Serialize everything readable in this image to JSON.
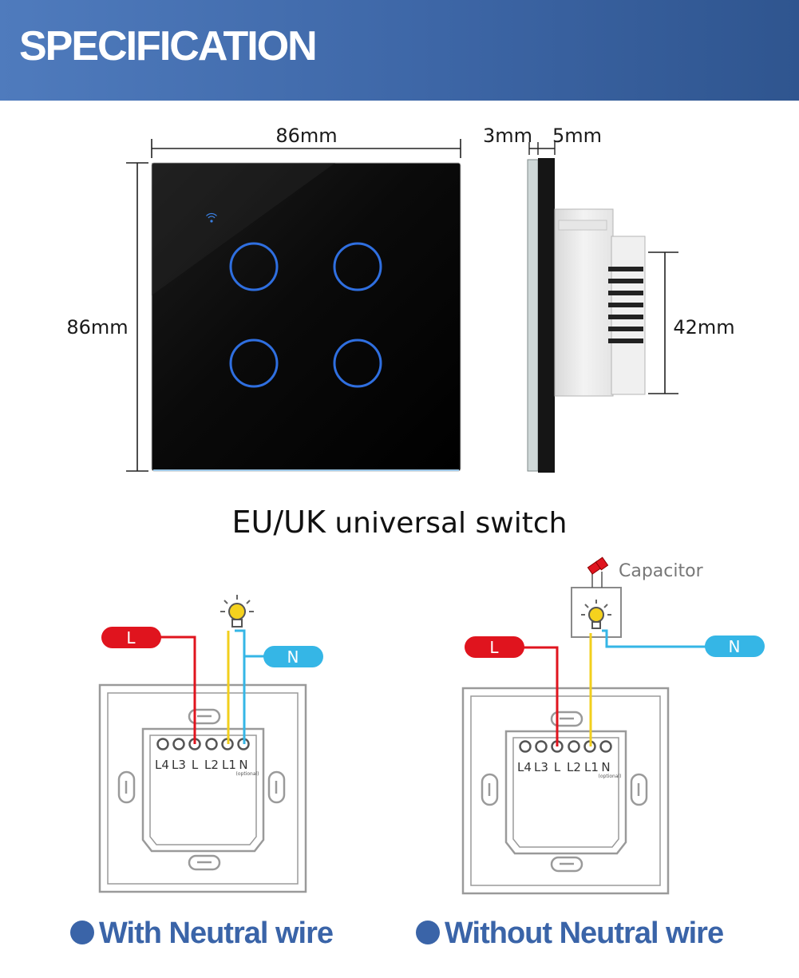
{
  "header": {
    "title": "SPECIFICATION"
  },
  "dimensions": {
    "width": "86mm",
    "height": "86mm",
    "glass_thickness": "3mm",
    "frame_thickness": "5mm",
    "depth": "42mm"
  },
  "subtitle": {
    "strong": "EU/UK",
    "rest": " universal switch"
  },
  "wiring_with_neutral": {
    "live_tag": "L",
    "neutral_tag": "N",
    "terminals": [
      "L4",
      "L3",
      "L",
      "L2",
      "L1",
      "N"
    ],
    "optional_note": "(optional)",
    "caption": "With Neutral wire"
  },
  "wiring_without_neutral": {
    "live_tag": "L",
    "neutral_tag": "N",
    "capacitor_label": "Capacitor",
    "terminals": [
      "L4",
      "L3",
      "L",
      "L2",
      "L1",
      "N"
    ],
    "optional_note": "(optional)",
    "caption": "Without Neutral wire"
  },
  "colors": {
    "header_blue": "#3d66a6",
    "live_red": "#e0141e",
    "neutral_cyan": "#35b6e6",
    "load_yellow": "#f2cf1d",
    "touch_ring_blue": "#2f6fe0",
    "caption_blue": "#3a64a8"
  },
  "icons": [
    "wifi-icon",
    "bulb-icon",
    "capacitor-icon",
    "bullet-dot-icon"
  ]
}
